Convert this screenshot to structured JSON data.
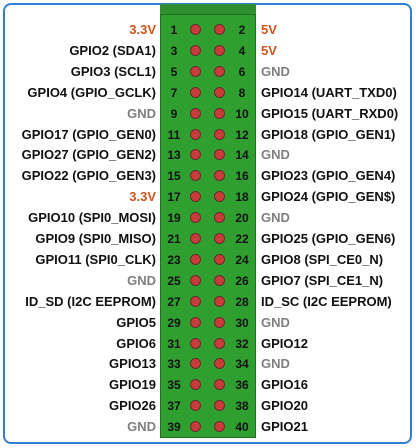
{
  "colors": {
    "signal": "#111111",
    "power": "#d0541e",
    "ground": "#7f7f7f"
  },
  "rows": [
    {
      "lnum": "1",
      "left": "3.3V",
      "lt": "power",
      "rnum": "2",
      "right": "5V",
      "rt": "power"
    },
    {
      "lnum": "3",
      "left": "GPIO2 (SDA1)",
      "lt": "signal",
      "rnum": "4",
      "right": "5V",
      "rt": "power"
    },
    {
      "lnum": "5",
      "left": "GPIO3 (SCL1)",
      "lt": "signal",
      "rnum": "6",
      "right": "GND",
      "rt": "ground"
    },
    {
      "lnum": "7",
      "left": "GPIO4 (GPIO_GCLK)",
      "lt": "signal",
      "rnum": "8",
      "right": "GPIO14 (UART_TXD0)",
      "rt": "signal"
    },
    {
      "lnum": "9",
      "left": "GND",
      "lt": "ground",
      "rnum": "10",
      "right": "GPIO15 (UART_RXD0)",
      "rt": "signal"
    },
    {
      "lnum": "11",
      "left": "GPIO17 (GPIO_GEN0)",
      "lt": "signal",
      "rnum": "12",
      "right": "GPIO18 (GPIO_GEN1)",
      "rt": "signal"
    },
    {
      "lnum": "13",
      "left": "GPIO27 (GPIO_GEN2)",
      "lt": "signal",
      "rnum": "14",
      "right": "GND",
      "rt": "ground"
    },
    {
      "lnum": "15",
      "left": "GPIO22 (GPIO_GEN3)",
      "lt": "signal",
      "rnum": "16",
      "right": "GPIO23 (GPIO_GEN4)",
      "rt": "signal"
    },
    {
      "lnum": "17",
      "left": "3.3V",
      "lt": "power",
      "rnum": "18",
      "right": "GPIO24 (GPIO_GEN$)",
      "rt": "signal"
    },
    {
      "lnum": "19",
      "left": "GPIO10 (SPI0_MOSI)",
      "lt": "signal",
      "rnum": "20",
      "right": "GND",
      "rt": "ground"
    },
    {
      "lnum": "21",
      "left": "GPIO9 (SPI0_MISO)",
      "lt": "signal",
      "rnum": "22",
      "right": "GPIO25 (GPIO_GEN6)",
      "rt": "signal"
    },
    {
      "lnum": "23",
      "left": "GPIO11 (SPI0_CLK)",
      "lt": "signal",
      "rnum": "24",
      "right": "GPIO8 (SPI_CE0_N)",
      "rt": "signal"
    },
    {
      "lnum": "25",
      "left": "GND",
      "lt": "ground",
      "rnum": "26",
      "right": "GPIO7 (SPI_CE1_N)",
      "rt": "signal"
    },
    {
      "lnum": "27",
      "left": "ID_SD (I2C EEPROM)",
      "lt": "signal",
      "rnum": "28",
      "right": "ID_SC (I2C EEPROM)",
      "rt": "signal"
    },
    {
      "lnum": "29",
      "left": "GPIO5",
      "lt": "signal",
      "rnum": "30",
      "right": "GND",
      "rt": "ground"
    },
    {
      "lnum": "31",
      "left": "GPIO6",
      "lt": "signal",
      "rnum": "32",
      "right": "GPIO12",
      "rt": "signal"
    },
    {
      "lnum": "33",
      "left": "GPIO13",
      "lt": "signal",
      "rnum": "34",
      "right": "GND",
      "rt": "ground"
    },
    {
      "lnum": "35",
      "left": "GPIO19",
      "lt": "signal",
      "rnum": "36",
      "right": "GPIO16",
      "rt": "signal"
    },
    {
      "lnum": "37",
      "left": "GPIO26",
      "lt": "signal",
      "rnum": "38",
      "right": "GPIO20",
      "rt": "signal"
    },
    {
      "lnum": "39",
      "left": "GND",
      "lt": "ground",
      "rnum": "40",
      "right": "GPIO21",
      "rt": "signal"
    }
  ]
}
